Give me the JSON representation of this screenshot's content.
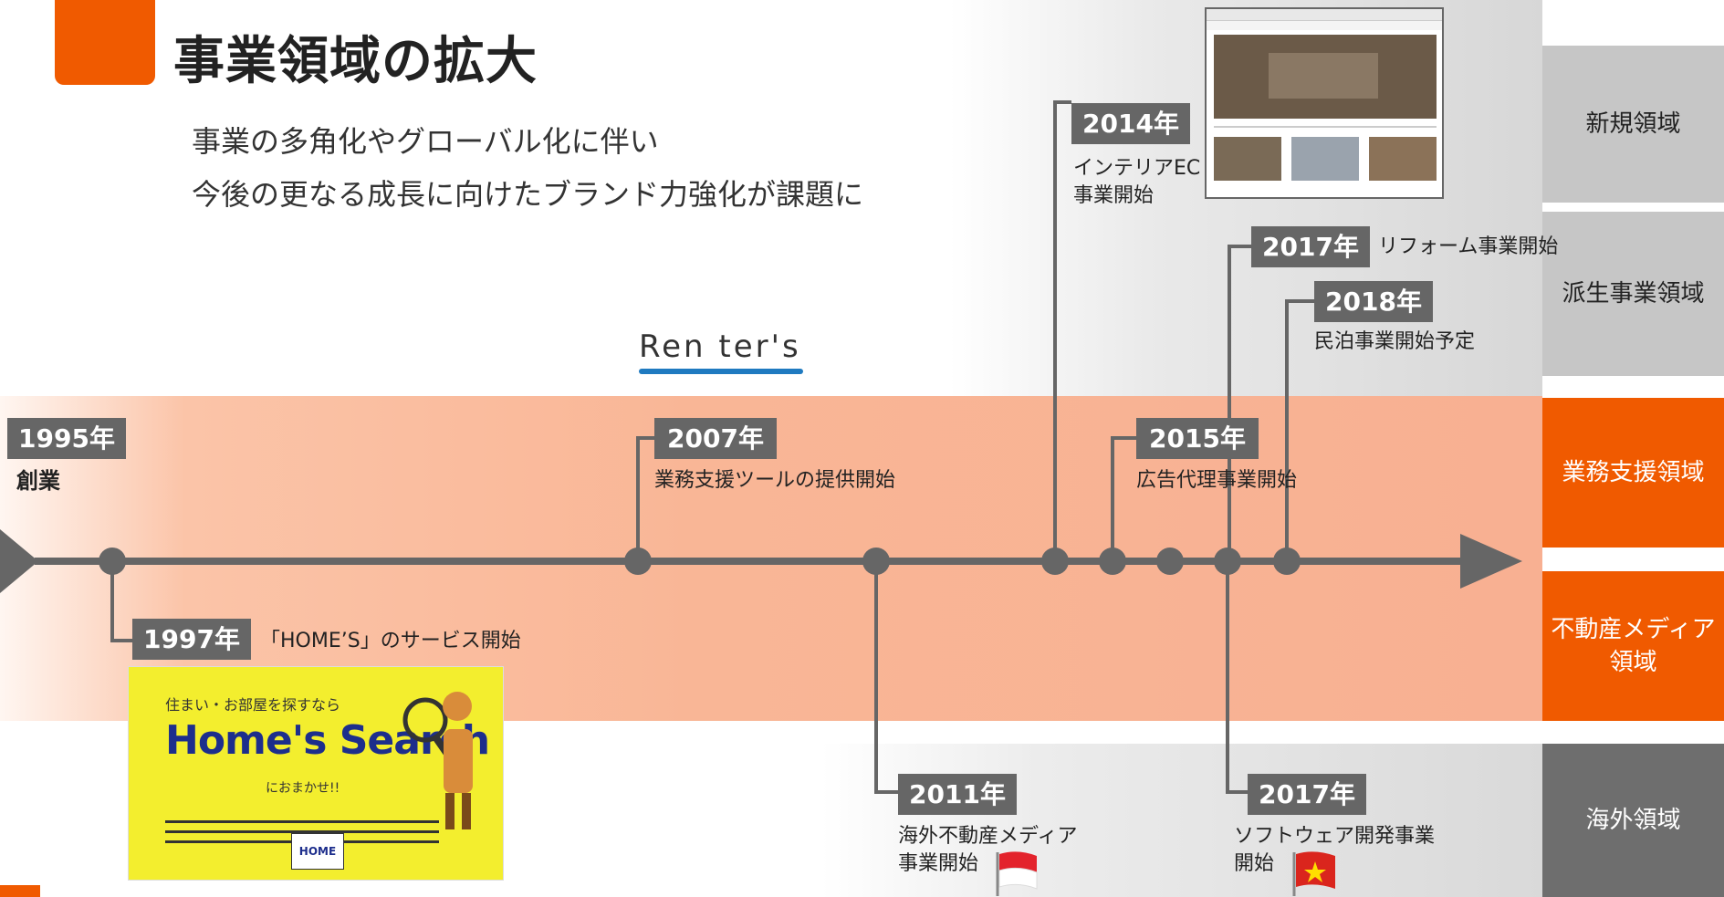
{
  "header": {
    "title": "事業領域の拡大",
    "subtitle_lines": [
      "事業の多角化やグローバル化に伴い",
      "今後の更なる成長に向けたブランド力強化が課題に"
    ]
  },
  "categories": [
    {
      "label": "新規領域",
      "style": "gray"
    },
    {
      "label": "派生事業領域",
      "style": "gray"
    },
    {
      "label": "業務支援領域",
      "style": "orange"
    },
    {
      "label": "不動産メディア\n領域",
      "style": "orange"
    },
    {
      "label": "海外領域",
      "style": "dark"
    }
  ],
  "milestones": [
    {
      "year": "1995年",
      "event": "創業"
    },
    {
      "year": "1997年",
      "event": "「HOME’S」のサービス開始"
    },
    {
      "year": "2007年",
      "event": "業務支援ツールの提供開始"
    },
    {
      "year": "2011年",
      "event": "海外不動産メディア\n事業開始"
    },
    {
      "year": "2014年",
      "event": "インテリアEC\n事業開始"
    },
    {
      "year": "2015年",
      "event": "広告代理事業開始"
    },
    {
      "year": "2017年",
      "event": "リフォーム事業開始"
    },
    {
      "year": "2018年",
      "event": "民泊事業開始予定"
    },
    {
      "year": "2017年",
      "event": "ソフトウェア開発事業\n開始"
    }
  ],
  "logos": {
    "renters": "Ren ter's",
    "homes_search": {
      "tagline": "住まい・お部屋を探すなら",
      "name": "Home's Search",
      "sub": "におまかせ!!",
      "mark": "HOME"
    }
  },
  "colors": {
    "accent": "#f05a00",
    "timeline": "#666666",
    "band": "#f9b696",
    "gray_band": "#d7d7d7"
  },
  "flags": [
    "indonesia-flag-icon",
    "vietnam-flag-icon"
  ]
}
